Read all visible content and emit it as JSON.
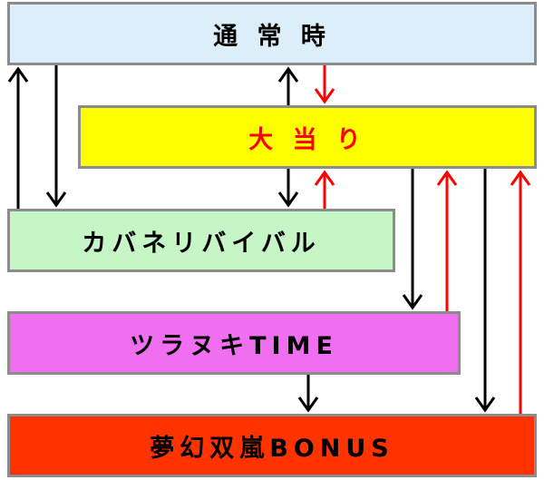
{
  "states": {
    "normal": {
      "label": "通 常 時",
      "fill": "#dbeefa",
      "text_color": "#000000"
    },
    "jackpot": {
      "label": "大 当 り",
      "fill": "#ffff00",
      "text_color": "#ff0000"
    },
    "revival": {
      "label": "カバネリバイバル",
      "fill": "#c6f5c6",
      "text_color": "#000000"
    },
    "time": {
      "label": "ツラヌキTIME",
      "fill": "#f06ef0",
      "text_color": "#000000"
    },
    "bonus": {
      "label": "夢幻双嵐BONUS",
      "fill": "#ff3300",
      "text_color": "#000000"
    }
  },
  "transitions": [
    {
      "from": "revival",
      "to": "normal",
      "color": "#000000"
    },
    {
      "from": "normal",
      "to": "revival",
      "color": "#000000"
    },
    {
      "from": "jackpot",
      "to": "normal",
      "color": "#000000"
    },
    {
      "from": "normal",
      "to": "jackpot",
      "color": "#ff0000"
    },
    {
      "from": "jackpot",
      "to": "revival",
      "color": "#000000"
    },
    {
      "from": "revival",
      "to": "jackpot",
      "color": "#ff0000"
    },
    {
      "from": "jackpot",
      "to": "time",
      "color": "#000000"
    },
    {
      "from": "time",
      "to": "jackpot",
      "color": "#ff0000"
    },
    {
      "from": "time",
      "to": "bonus",
      "color": "#000000"
    },
    {
      "from": "jackpot",
      "to": "bonus",
      "color": "#000000"
    },
    {
      "from": "bonus",
      "to": "jackpot",
      "color": "#ff0000"
    }
  ]
}
